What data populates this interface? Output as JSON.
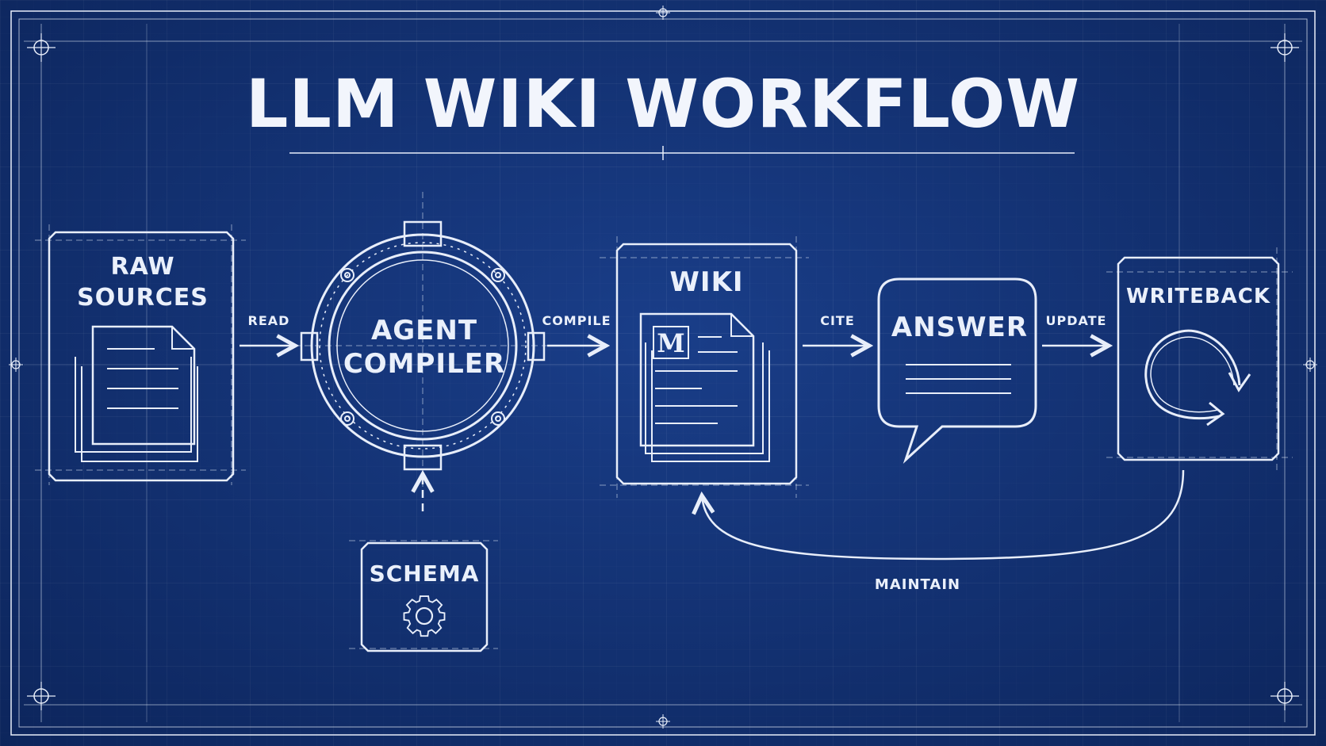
{
  "title": "LLM WIKI WORKFLOW",
  "nodes": {
    "raw_sources": [
      "RAW",
      "SOURCES"
    ],
    "agent_compiler": [
      "AGENT",
      "COMPILER"
    ],
    "wiki": "WIKI",
    "wiki_badge": "M",
    "answer": "ANSWER",
    "writeback": "WRITEBACK",
    "schema": "SCHEMA"
  },
  "edges": {
    "read": "READ",
    "compile": "COMPILE",
    "cite": "CITE",
    "update": "UPDATE",
    "maintain": "MAINTAIN"
  },
  "icons": [
    "document-stack-icon",
    "gear-icon",
    "refresh-cycle-icon",
    "speech-bubble-icon",
    "crosshair-icon"
  ],
  "colors": {
    "background": "#123477",
    "line": "#e8eefa"
  }
}
